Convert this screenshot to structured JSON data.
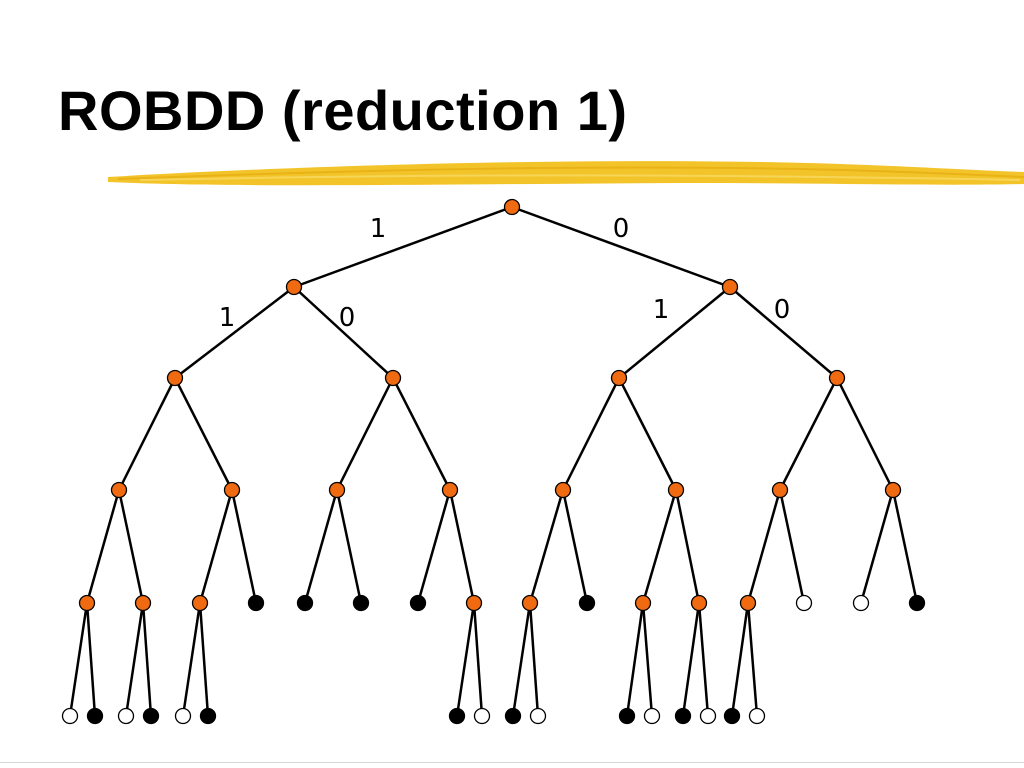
{
  "slide": {
    "title": "ROBDD (reduction 1)"
  },
  "colors": {
    "internal_node": "#f06a12",
    "terminal_one": "#000000",
    "terminal_zero": "#ffffff",
    "underline": "#f2c11d",
    "edge": "#000000"
  },
  "edge_labels": {
    "root_high": "1",
    "root_low": "0",
    "left_high": "1",
    "left_low": "0",
    "right_high": "1",
    "right_low": "0"
  }
}
